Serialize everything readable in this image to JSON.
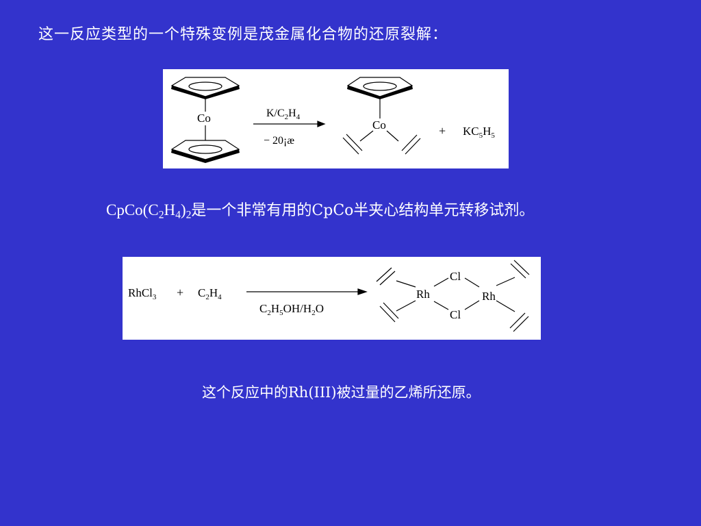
{
  "intro_text": "这一反应类型的一个特殊变例是茂金属化合物的还原裂解：",
  "scheme1": {
    "metal_left": "Co",
    "reagent_above_arrow": [
      "K/C",
      "2",
      "H",
      "4"
    ],
    "condition_below_arrow": "− 20¡æ",
    "metal_right": "Co",
    "plus": "+",
    "byproduct": [
      "KC",
      "5",
      "H",
      "5"
    ]
  },
  "statement": {
    "formula": [
      "CpCo(C",
      "2",
      "H",
      "4",
      ")",
      "2"
    ],
    "text": "是一个非常有用的CpCo半夹心结构单元转移试剂。"
  },
  "scheme2": {
    "reactant1": [
      "RhCl",
      "3"
    ],
    "plus": "+",
    "reactant2": [
      "C",
      "2",
      "H",
      "4"
    ],
    "condition_below_arrow": [
      "C",
      "2",
      "H",
      "5",
      "OH/H",
      "2",
      "O"
    ],
    "cl_top": "Cl",
    "cl_bottom": "Cl",
    "rh_left": "Rh",
    "rh_right": "Rh"
  },
  "closing_text": "这个反应中的Rh(III)被过量的乙烯所还原。"
}
